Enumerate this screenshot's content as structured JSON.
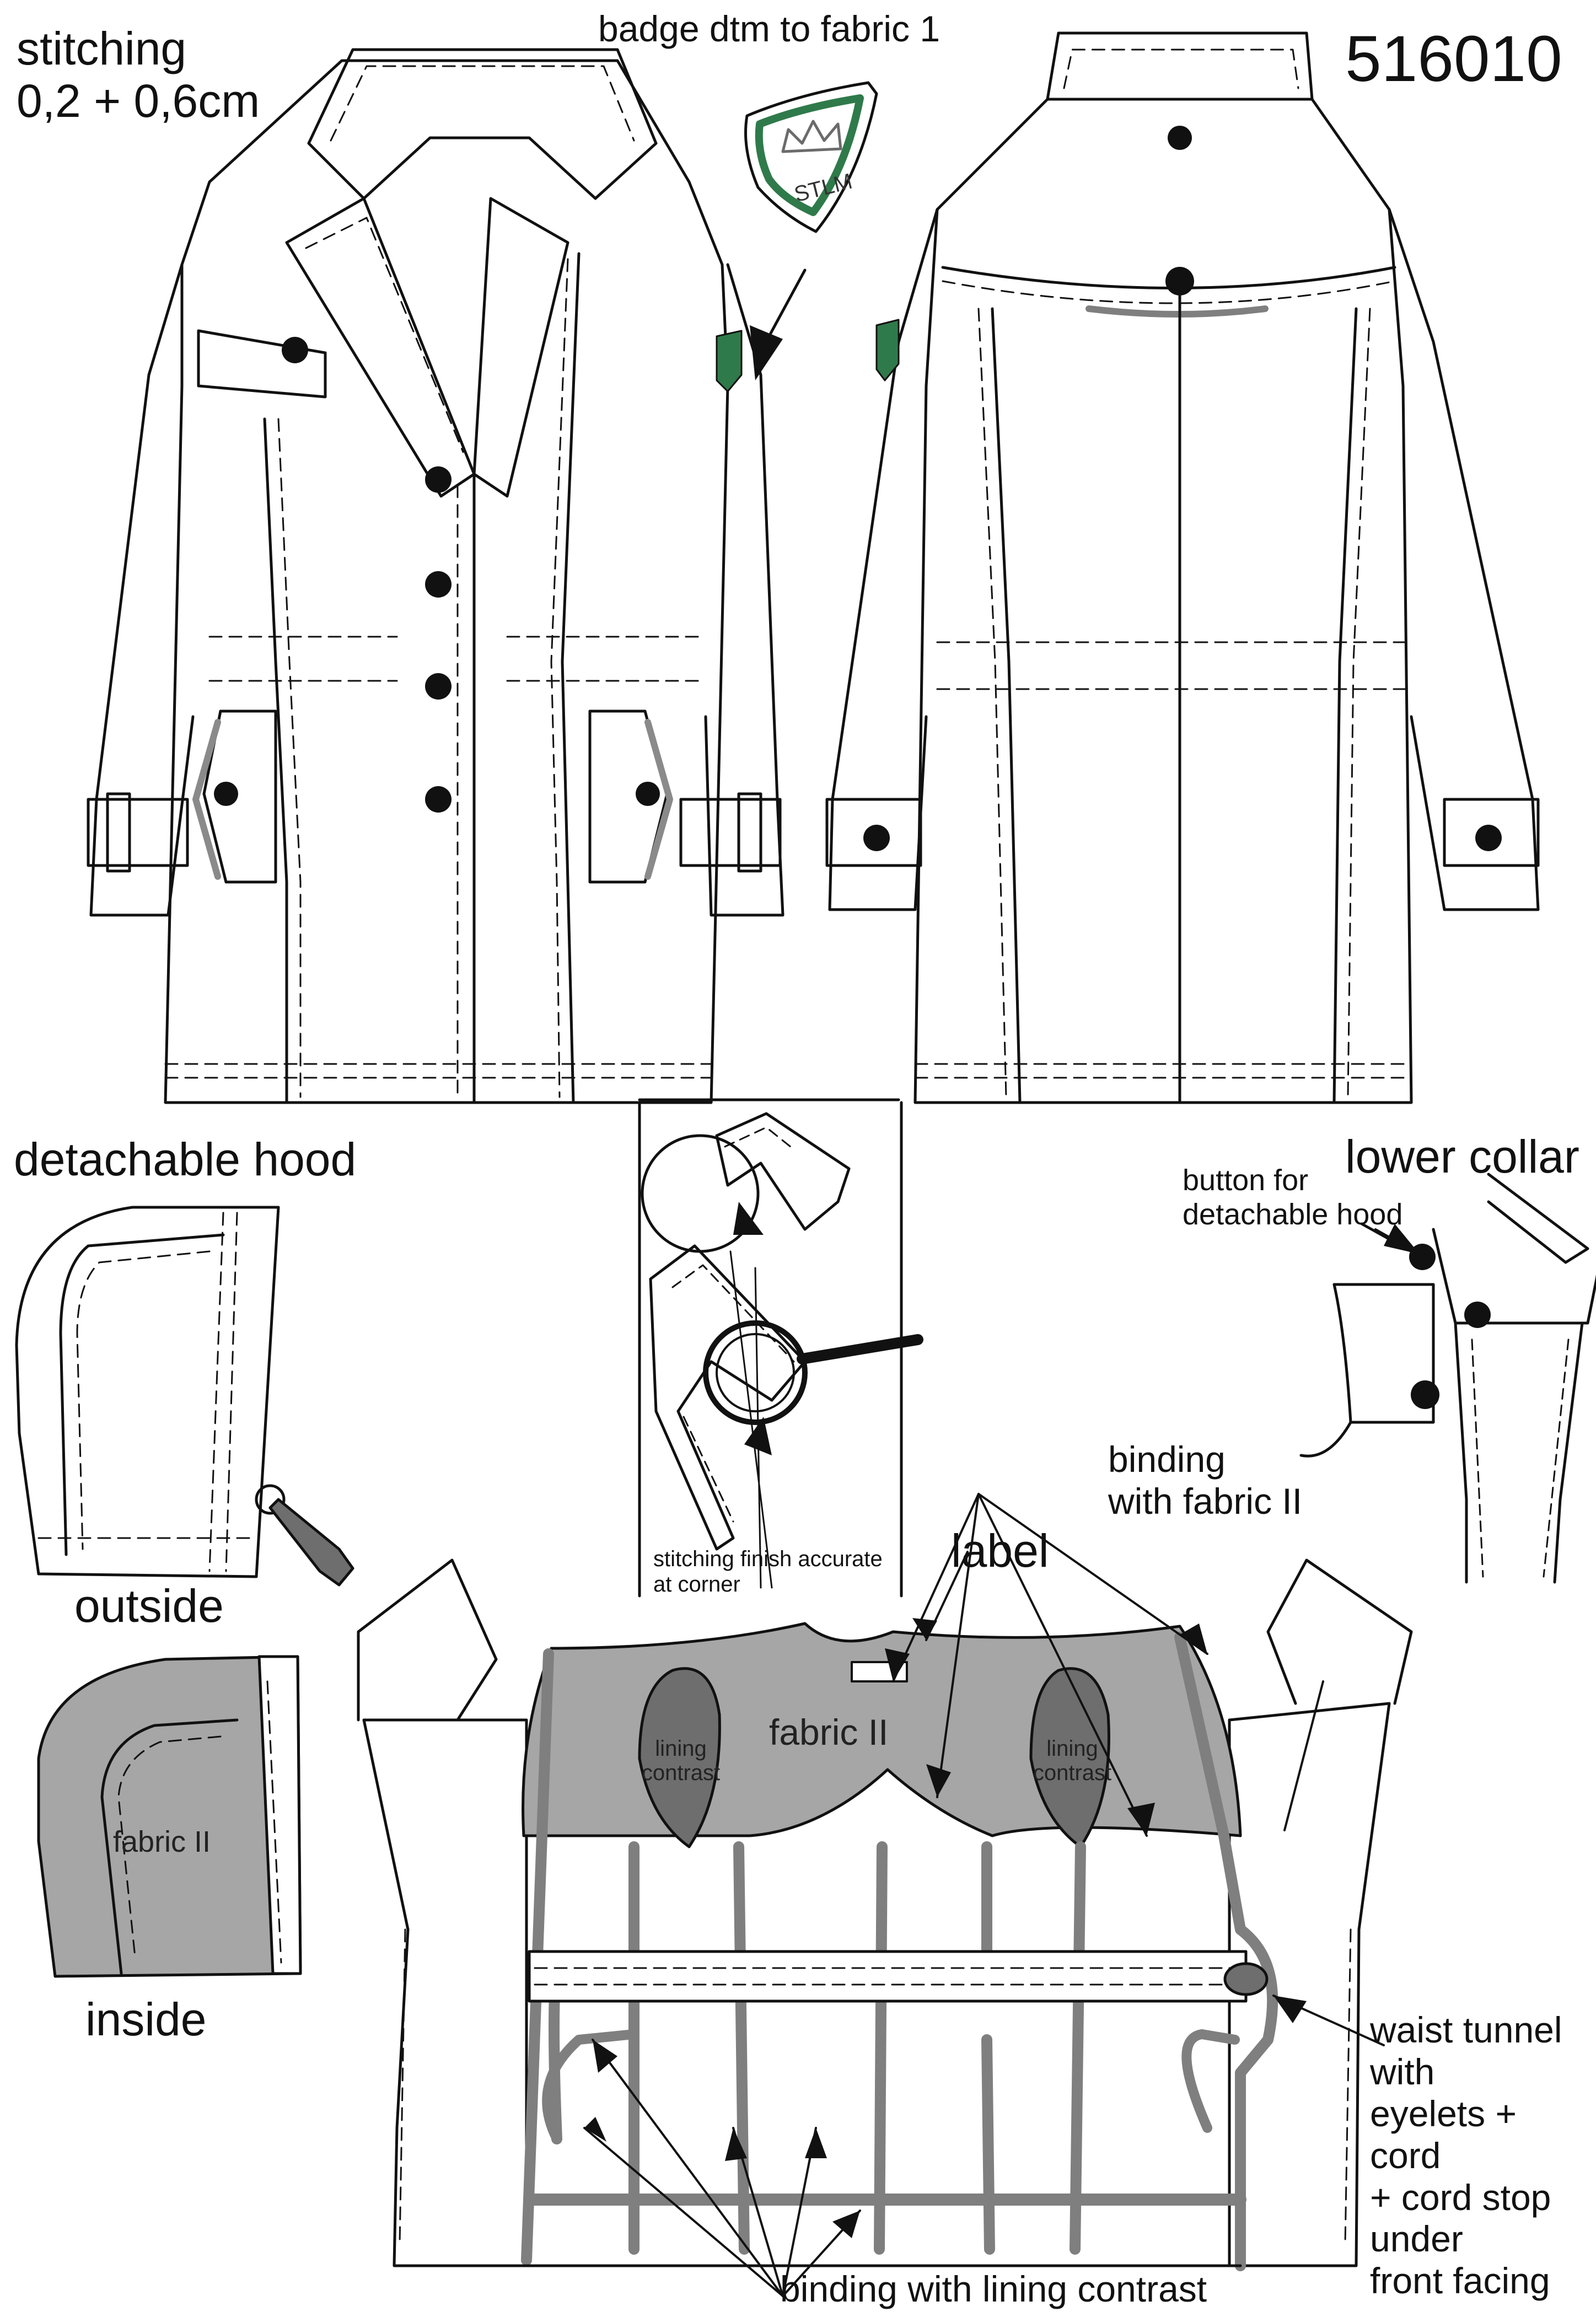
{
  "header": {
    "stitching_line1": "stitching",
    "stitching_line2": "0,2 + 0,6cm",
    "badge_note": "badge dtm to fabric 1",
    "style_number": "516010"
  },
  "badge": {
    "text": "STLM"
  },
  "sections": {
    "hood_title": "detachable hood",
    "hood_outside": "outside",
    "hood_inside": "inside",
    "hood_fabric": "fabric II",
    "lower_collar_title": "lower collar",
    "button_note": "button for\ndetachable hood",
    "binding_fabric": "binding\nwith fabric II",
    "stitching_finish": "stitching finish accurate\nat corner",
    "label": "label",
    "lining_fabric": "fabric II",
    "lining_contrast_left": "lining\ncontrast",
    "lining_contrast_right": "lining\ncontrast",
    "waist_tunnel": "waist tunnel\n    with\neyelets + cord\n+ cord stop\nunder\nfront facing",
    "binding_lining": "binding with lining contrast"
  },
  "colors": {
    "line": "#111111",
    "fabric_two": "#a6a6a6",
    "lining_contrast": "#6e6e6e",
    "binding": "#7f7f7f",
    "badge_green": "#2f7a4a"
  }
}
